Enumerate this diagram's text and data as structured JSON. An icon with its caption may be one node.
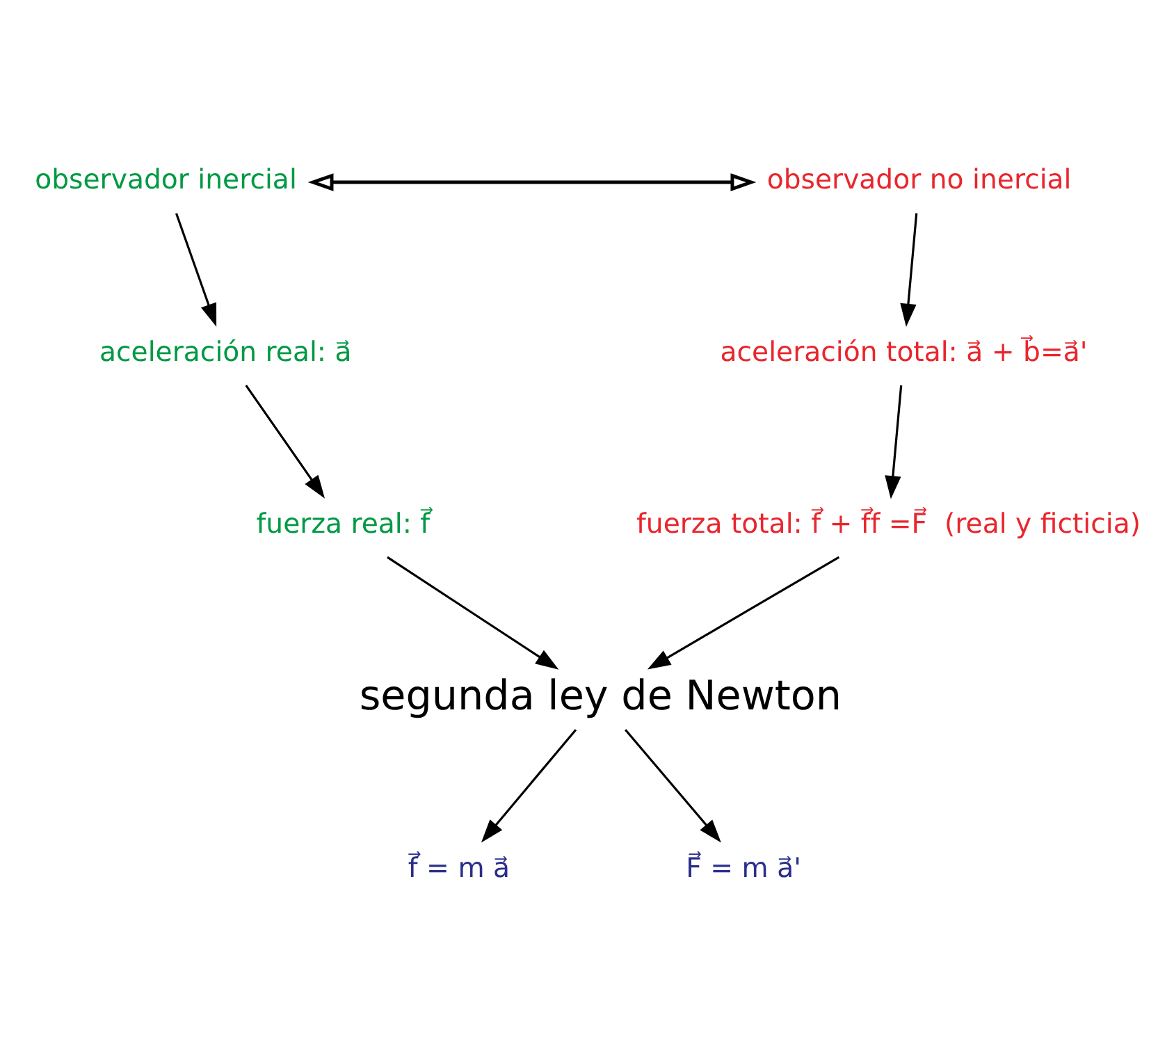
{
  "diagram": {
    "nodes": [
      {
        "text": [
          "observador inercial"
        ]
      },
      {
        "text": [
          "observador no inercial"
        ]
      },
      {
        "text": [
          "aceleración real: a⃗"
        ]
      },
      {
        "text": [
          "aceleración total: a⃗ + b⃗=a⃗'"
        ]
      },
      {
        "text": [
          "fuerza real: f⃗"
        ]
      },
      {
        "text": [
          "fuerza total: f⃗ + f⃗f =F⃗  (real y ficticia)"
        ]
      },
      {
        "text": [
          "segunda ley de Newton"
        ]
      },
      {
        "text": [
          "f⃗ = m a⃗"
        ]
      },
      {
        "text": [
          "F⃗ = m a⃗'"
        ]
      }
    ],
    "edges": [
      {
        "from": 0,
        "to": 1,
        "arrow": "both"
      },
      {
        "from": 0,
        "to": 2,
        "arrow": "to"
      },
      {
        "from": 1,
        "to": 3,
        "arrow": "to"
      },
      {
        "from": 2,
        "to": 4,
        "arrow": "to"
      },
      {
        "from": 3,
        "to": 5,
        "arrow": "to"
      },
      {
        "from": 4,
        "to": 6,
        "arrow": "to"
      },
      {
        "from": 5,
        "to": 6,
        "arrow": "to"
      },
      {
        "from": 6,
        "to": 7,
        "arrow": "to"
      },
      {
        "from": 6,
        "to": 8,
        "arrow": "to"
      }
    ]
  }
}
